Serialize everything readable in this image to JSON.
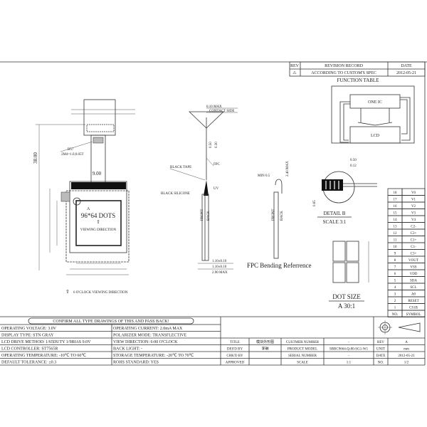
{
  "revision": {
    "headers": [
      "REV",
      "REVISION RECORD",
      "DATE"
    ],
    "rows": [
      {
        "rev": "⚠",
        "record": "ACCORDING TO CUSTOM'S SPEC",
        "date": "2012-05-21"
      }
    ]
  },
  "function_table": {
    "title": "FUNCTION TABLE",
    "ic_label": "ONE IC",
    "lcd_label": "LCD"
  },
  "front_view": {
    "height_dim": "38.00",
    "fpc_width_dim": "9.00",
    "fpc_note_1": "B57",
    "fpc_note_2": "2M4=1.0,0.05T",
    "dots": "96*64 DOTS",
    "viewing_direction": "VIEWING DIRECTION",
    "detail_marker": "A",
    "six_oclock": "6 O'CLOCK VIEWING DIRECTION"
  },
  "side_view": {
    "max_010": "0.10 MAX",
    "contact_side": "CONTACT SIDE",
    "dim_050": "0.50",
    "dim_030": "0.30",
    "fpc": "FPC",
    "black_tape": "BLACK TAPE",
    "uv": "UV",
    "black_silicone": "BLACK SILICONE",
    "front": "FRONT",
    "back": "BACK",
    "dim_a": "1.10±0.10",
    "dim_b": "1.10±0.10",
    "dim_max": "2.90 MAX"
  },
  "bending": {
    "min_r": "MIN 0.5",
    "max": "2.40 MAX",
    "caption": "FPC  Bending Referrence",
    "front": "FRONT",
    "back": "BACK"
  },
  "detail_b": {
    "dim_1": "0.50",
    "dim_2": "0.12",
    "dim_3": "0.65",
    "title": "DETAIL B",
    "scale": "SCALE 3:1"
  },
  "dot_size": {
    "title": "DOT SIZE",
    "scale": "A  30:1"
  },
  "pins": {
    "header": [
      "NO.",
      "SYMBOL"
    ],
    "rows": [
      [
        "18",
        "V0"
      ],
      [
        "17",
        "V1"
      ],
      [
        "16",
        "V2"
      ],
      [
        "15",
        "V3"
      ],
      [
        "14",
        "V4"
      ],
      [
        "13",
        "C2-"
      ],
      [
        "12",
        "C2+"
      ],
      [
        "11",
        "C1+"
      ],
      [
        "10",
        "C1-"
      ],
      [
        "9",
        "C3+"
      ],
      [
        "8",
        "VOUT"
      ],
      [
        "7",
        "VSS"
      ],
      [
        "6",
        "VDD"
      ],
      [
        "5",
        "SDA"
      ],
      [
        "4",
        "SCL"
      ],
      [
        "3",
        "A0"
      ],
      [
        "2",
        "RESET"
      ],
      [
        "1",
        "CS1B"
      ]
    ]
  },
  "specs": {
    "banner": "CONFIRM ALL TYPE DRAWINGS OF THIS AND PASS BACK!",
    "left": [
      "OPERATING VOLTAGE: 3.0V",
      "DISPLAY TYPE: STN GRAY",
      "LCD DRIVE METHOD: 1/65DUTY 1/9BIAS 9.0V",
      "LCD CONTROLLER: ST7565R",
      "OPERATING TEMPERATURE: -10℃ TO 60℃",
      "DEFAULT TOLERANCE: ±0.3"
    ],
    "right": [
      "OPERATING CURRENT: 2.0mA MAX",
      "POLARIZER MODE: TRANSFLECTIVE",
      "VIEW DIRECTION: 6:00 O'CLOCK",
      "BACK LIGHT: -",
      "STORAGE TEMPERATURE: -20℃ TO 70℃",
      "ROHS STANDARD: YES"
    ]
  },
  "title_block": {
    "rows": [
      [
        "TITLE",
        "模块外形图",
        "CUSTMER NUMBER",
        "-",
        "REV",
        "A"
      ],
      [
        "DES'D BY",
        "李琳",
        "PRODUCT MODEL",
        "SBBC9664-Q-80-SG1-W1",
        "UNIT",
        "mm"
      ],
      [
        "CHK'D BY",
        "",
        "SERIAL NUMBER",
        "-",
        "DATE",
        "2012-05-21"
      ],
      [
        "APPROVED",
        "",
        "SCALE",
        "1:1",
        "NO.",
        "1/2"
      ]
    ]
  }
}
